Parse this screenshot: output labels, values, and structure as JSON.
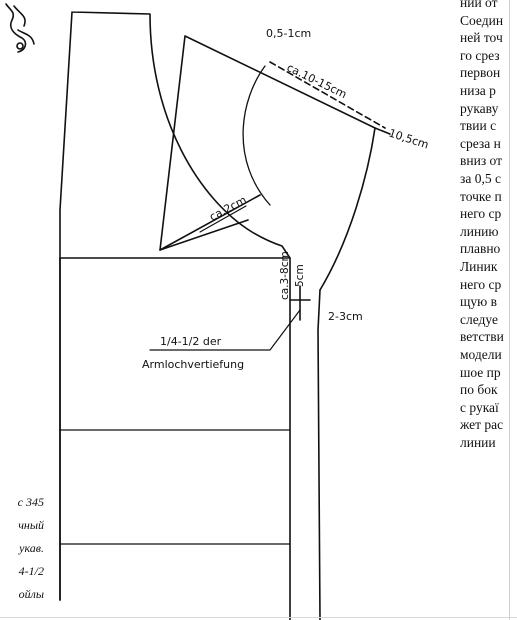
{
  "figure": {
    "labels": {
      "dart": "0,5-1cm",
      "shoulder": "ca.10-15cm",
      "cap": "10,5cm",
      "underarm": "ca.2cm",
      "side_depth": "ca.3-8cm",
      "five_cm": "5cm",
      "side_shift": "2-3cm",
      "note_fraction": "1/4-1/2 der",
      "note_word": "Armlochvertiefung"
    }
  },
  "text_column": {
    "lines": [
      "ний от",
      "Соедин",
      "ней точ",
      "го срез",
      "первон",
      "низа р",
      "рукаву",
      "твии с",
      "среза н",
      "вниз от",
      "за 0,5 с",
      "точке п",
      "него ср",
      "линию",
      "плавно",
      "Линик",
      "него ср",
      "щую в",
      "следуе",
      "ветстви",
      "модели",
      "шое пр",
      "по бок",
      "с рукаї",
      "жет рас",
      "линии"
    ]
  },
  "caption": {
    "lines": [
      "с 345",
      "чный",
      "укав.",
      "4-1/2",
      "ойлы"
    ]
  }
}
